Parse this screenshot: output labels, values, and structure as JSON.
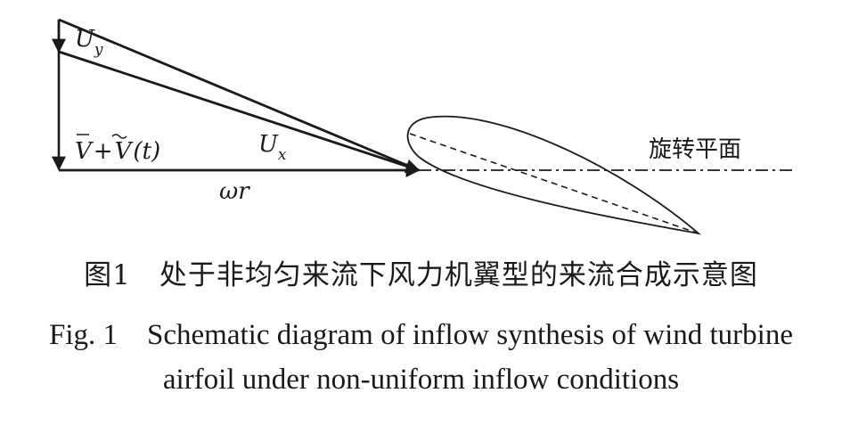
{
  "labels": {
    "uy_base": "U",
    "uy_sub": "y",
    "ux_base": "U",
    "ux_sub": "x",
    "v_sum_left": "V",
    "v_sum_plus": "+",
    "v_sum_right": "V",
    "v_sum_arg": "(t)",
    "omega_r": "ωr",
    "rotation_plane": "旋转平面"
  },
  "caption": {
    "chinese": "图1　处于非均匀来流下风力机翼型的来流合成示意图",
    "english_line1": "Fig. 1　Schematic diagram of inflow synthesis of wind turbine",
    "english_line2": "airfoil under non-uniform inflow conditions"
  },
  "colors": {
    "ink": "#1a1a1a",
    "background": "#ffffff"
  }
}
